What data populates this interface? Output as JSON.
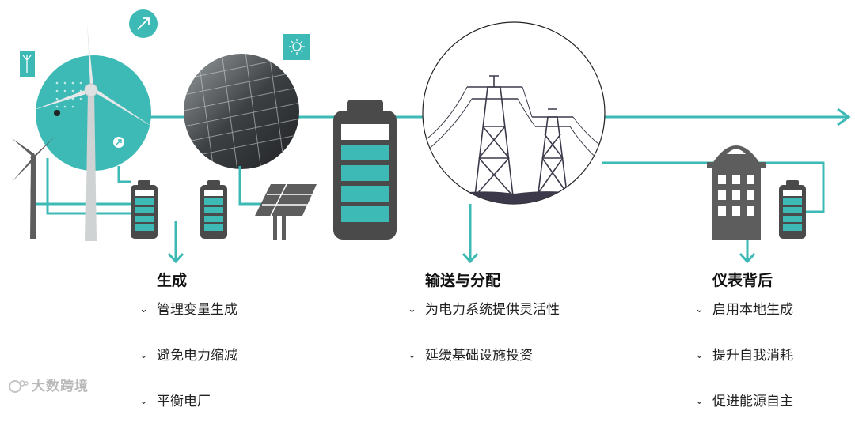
{
  "columns": [
    {
      "title": "生成",
      "items": [
        "管理变量生成",
        "避免电力缩减",
        "平衡电厂"
      ]
    },
    {
      "title": "输送与分配",
      "items": [
        "为电力系统提供灵活性",
        "延缓基础设施投资"
      ]
    },
    {
      "title": "仪表背后",
      "items": [
        "启用本地生成",
        "提升自我消耗",
        "促进能源自主"
      ]
    }
  ],
  "watermark": "大数跨境",
  "colors": {
    "accent": "#3dbab5",
    "dark_gray": "#5d5d5d",
    "battery_dark": "#4a4a4a",
    "line": "#3dbab5"
  },
  "icons": [
    "wind-turbine-icon",
    "solar-panel-icon",
    "battery-icon",
    "power-tower-icon",
    "building-icon",
    "sun-icon",
    "arrow-icon"
  ]
}
